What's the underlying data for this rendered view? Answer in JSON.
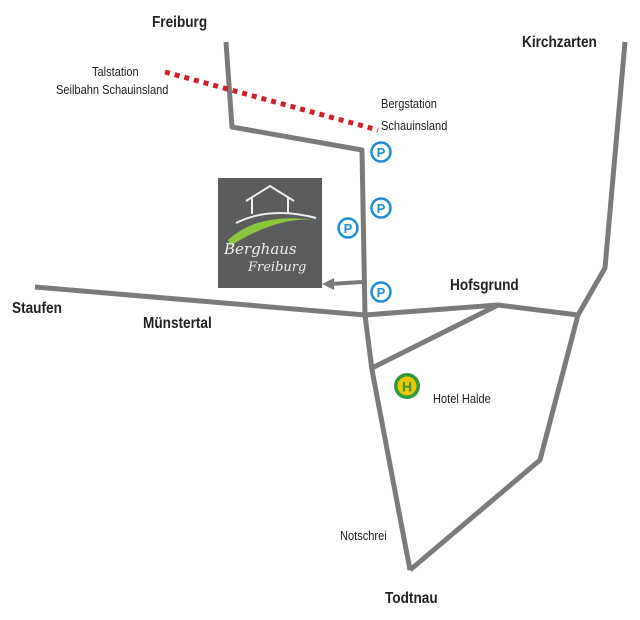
{
  "places": {
    "freiburg": "Freiburg",
    "kirchzarten": "Kirchzarten",
    "staufen": "Staufen",
    "muenstertal": "Münstertal",
    "hofsgrund": "Hofsgrund",
    "todtnau": "Todtnau"
  },
  "poi": {
    "talstation_1": "Talstation",
    "talstation_2": "Seilbahn Schauinsland",
    "bergstation_1": "Bergstation",
    "bergstation_2": "Schauinsland",
    "hotel": "Hotel Halde",
    "notschrei": "Notschrei"
  },
  "logo": {
    "line1": "Berghaus",
    "line2": "Freiburg"
  },
  "icons": {
    "parking": "P",
    "bus_stop": "H"
  },
  "colors": {
    "road": "#7b7b7b",
    "cable_car": "#d0202a",
    "parking": "#1e8fd6",
    "bus_green": "#2e9a3e",
    "bus_yellow": "#f2c500",
    "logo_bg": "#5b5c5e",
    "logo_accent": "#8cc63f"
  }
}
